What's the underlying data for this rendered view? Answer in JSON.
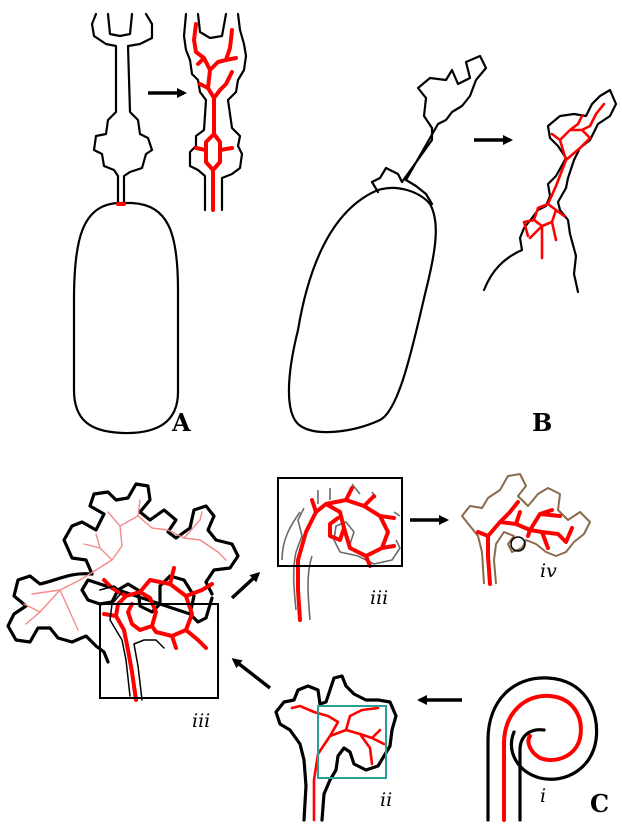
{
  "panels": {
    "a": {
      "label": "A"
    },
    "b": {
      "label": "B"
    },
    "c": {
      "label": "C"
    }
  },
  "sublabels": {
    "iii_large": "iii",
    "iii_zoom": "iii",
    "iv": "iv",
    "ii": "ii",
    "i": "i"
  },
  "colors": {
    "outline": "#000000",
    "skeleton": "#ff0000",
    "skeleton_faint": "#f28b8b",
    "highlight_box_teal": "#2a9d94"
  }
}
